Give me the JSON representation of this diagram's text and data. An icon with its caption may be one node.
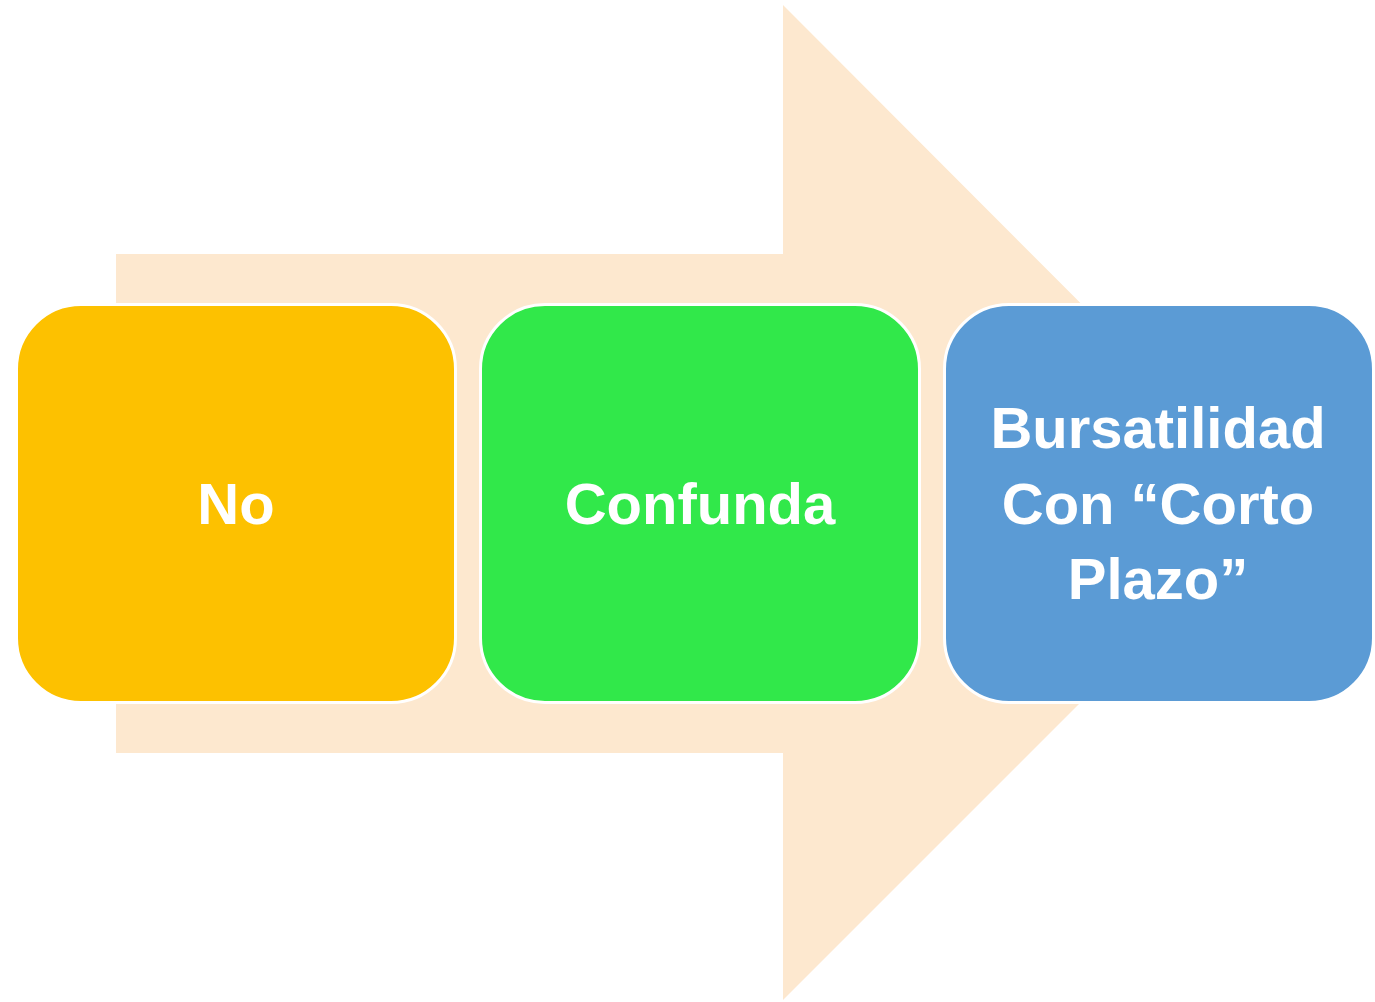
{
  "diagram": {
    "nodes": [
      {
        "text": [
          "No"
        ]
      },
      {
        "text": [
          "Confunda"
        ]
      },
      {
        "text": [
          "Bursatilidad Con “Corto Plazo”"
        ]
      }
    ],
    "edges": [
      {
        "from": 0,
        "to": 2,
        "arrow": "to",
        "style": "thick"
      }
    ]
  }
}
